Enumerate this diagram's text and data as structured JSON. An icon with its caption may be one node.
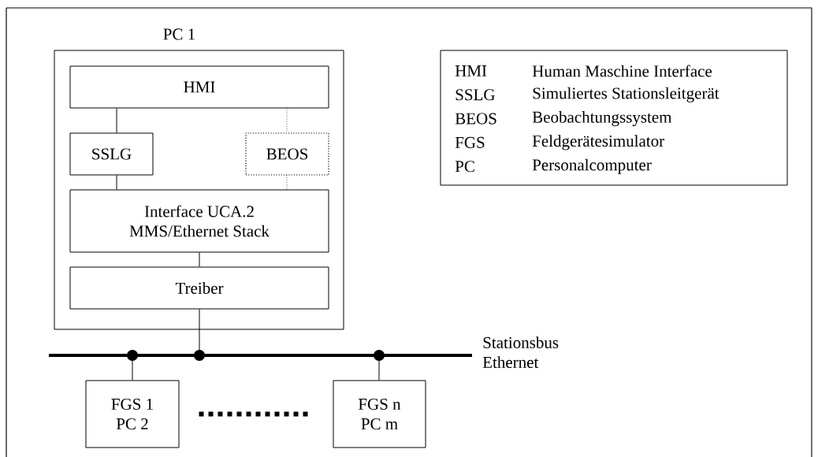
{
  "diagram": {
    "nodes": [
      {
        "text": [
          "PC 1"
        ]
      },
      {
        "text": [
          "HMI"
        ],
        "in": 0
      },
      {
        "text": [
          "SSLG"
        ],
        "in": 0
      },
      {
        "text": [
          "BEOS"
        ],
        "in": 0
      },
      {
        "text": [
          "Interface UCA.2 MMS/Ethernet Stack"
        ],
        "in": 0
      },
      {
        "text": [
          "Treiber"
        ],
        "in": 0
      },
      {
        "text": [],
        "shape": "bar",
        "beside": [
          "Stationsbus Ethernet"
        ]
      },
      {
        "text": [
          "FGS 1 PC 2"
        ]
      },
      {
        "text": [
          "FGS n PC m"
        ]
      }
    ],
    "edges": [
      {
        "from": 1,
        "to": 2,
        "arrow": "none"
      },
      {
        "from": 2,
        "to": 4,
        "arrow": "none"
      },
      {
        "from": 1,
        "to": 3,
        "arrow": "none",
        "style": "dashed"
      },
      {
        "from": 3,
        "to": 4,
        "arrow": "none",
        "style": "dashed"
      },
      {
        "from": 4,
        "to": 5,
        "arrow": "none"
      },
      {
        "from": 5,
        "to": 6,
        "arrow": "other"
      },
      {
        "from": 7,
        "to": 6,
        "arrow": "other"
      },
      {
        "from": 8,
        "to": 6,
        "arrow": "other"
      },
      {
        "from": 7,
        "to": 8,
        "arrow": "none",
        "style": "dashed"
      }
    ],
    "labels": [
      "HMI",
      "Human Maschine Interface",
      "SSLG",
      "Simuliertes Stationsleitgerät",
      "BEOS",
      "Beobachtungssystem",
      "FGS",
      "Feldgerätesimulator",
      "PC",
      "Personalcomputer"
    ]
  }
}
